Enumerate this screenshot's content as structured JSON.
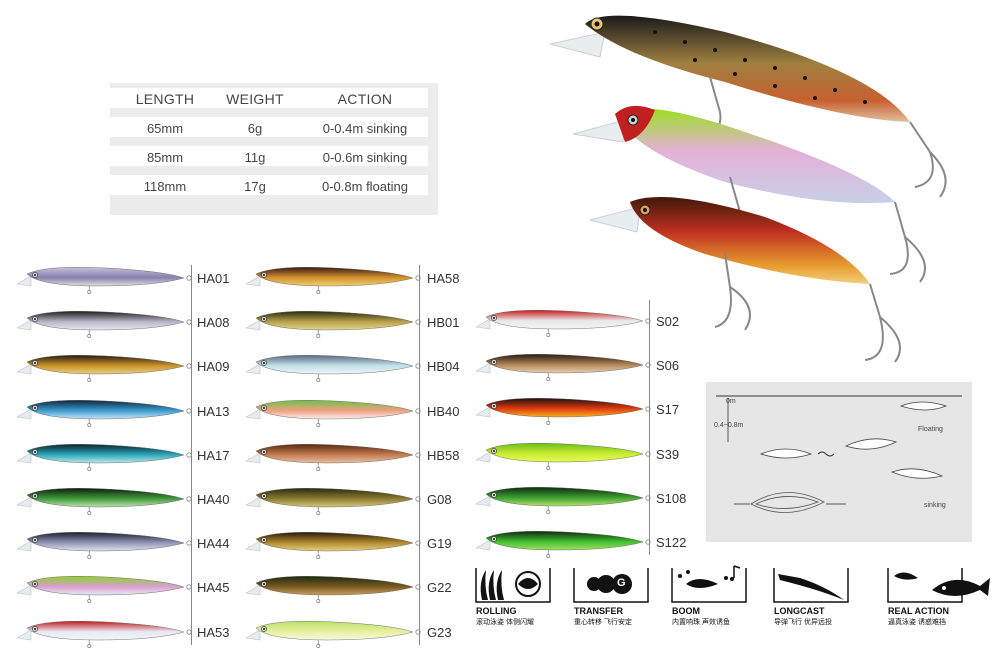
{
  "spec_table": {
    "headers": [
      "LENGTH",
      "WEIGHT",
      "ACTION"
    ],
    "rows": [
      [
        "65mm",
        "6g",
        "0-0.4m sinking"
      ],
      [
        "85mm",
        "11g",
        "0-0.6m sinking"
      ],
      [
        "118mm",
        "17g",
        "0-0.8m floating"
      ]
    ]
  },
  "colors_col1": [
    "HA01",
    "HA08",
    "HA09",
    "HA13",
    "HA17",
    "HA40",
    "HA44",
    "HA45",
    "HA53"
  ],
  "colors_col2": [
    "HA58",
    "HB01",
    "HB04",
    "HB40",
    "HB58",
    "G08",
    "G19",
    "G22",
    "G23"
  ],
  "colors_col3": [
    "S02",
    "S06",
    "S17",
    "S39",
    "S108",
    "S122"
  ],
  "diagram": {
    "depth_top": "0m",
    "depth_range": "0.4~0.8m",
    "floating_label": "Floating",
    "sinking_label": "sinking"
  },
  "features": [
    {
      "title": "ROLLING",
      "subtitle": "滚动泳姿 体侧闪耀",
      "icon": "rolling-icon"
    },
    {
      "title": "TRANSFER",
      "subtitle": "重心转移 飞行安定",
      "icon": "transfer-icon"
    },
    {
      "title": "BOOM",
      "subtitle": "内置响珠 声效诱鱼",
      "icon": "boom-icon"
    },
    {
      "title": "LONGCAST",
      "subtitle": "导弹飞行 优异远投",
      "icon": "longcast-icon"
    },
    {
      "title": "REAL ACTION",
      "subtitle": "逼真泳姿 诱惑难挡",
      "icon": "real-action-icon"
    }
  ],
  "transfer_glyph": "G",
  "lure_colors": {
    "HA01": [
      "#c8c0d8",
      "#8a7fb0",
      "#e0e0e0"
    ],
    "HA08": [
      "#1d1d1d",
      "#b9b3c7",
      "#e8e8f0"
    ],
    "HA09": [
      "#2a1a10",
      "#c9932c",
      "#e8d080"
    ],
    "HA13": [
      "#12263a",
      "#3a9bd0",
      "#c8e4f4"
    ],
    "HA17": [
      "#0e2230",
      "#2aa6b8",
      "#bde8ec"
    ],
    "HA40": [
      "#0e1d10",
      "#3f9a3a",
      "#c2e0b0"
    ],
    "HA44": [
      "#1e1e2e",
      "#8f94b5",
      "#e0e2ee"
    ],
    "HA45": [
      "#8fd12a",
      "#d8a0d0",
      "#e8e8f0"
    ],
    "HA53": [
      "#c0181a",
      "#e8e8f0",
      "#f4f4f8"
    ],
    "HA58": [
      "#3a1a10",
      "#d49030",
      "#f0d070"
    ],
    "HB01": [
      "#2a2a10",
      "#b8a04a",
      "#e4d890"
    ],
    "HB04": [
      "#5a6a80",
      "#c0e0e8",
      "#eef4f8"
    ],
    "HB40": [
      "#6cc04a",
      "#f0a080",
      "#f6f0f0"
    ],
    "HB58": [
      "#5a2a10",
      "#c27a50",
      "#e8c0a0"
    ],
    "G08": [
      "#2a2a10",
      "#8a7a30",
      "#d8c880"
    ],
    "G19": [
      "#2a1a08",
      "#b08a30",
      "#e8d080"
    ],
    "G22": [
      "#1c2a10",
      "#7a5a20",
      "#c8a060"
    ],
    "G23": [
      "#b6e06a",
      "#e8f0a0",
      "#f6f8e0"
    ],
    "S02": [
      "#c81a1a",
      "#e8e8e8",
      "#f4f4f4"
    ],
    "S06": [
      "#2a1a10",
      "#b0855a",
      "#e8d0b0"
    ],
    "S17": [
      "#1a1010",
      "#e03a10",
      "#f6b020"
    ],
    "S39": [
      "#6abf1a",
      "#c8ec30",
      "#e6f85a"
    ],
    "S108": [
      "#0e2a0e",
      "#3aa030",
      "#b8e070"
    ],
    "S122": [
      "#0e2a0e",
      "#40c030",
      "#a0e060"
    ]
  }
}
